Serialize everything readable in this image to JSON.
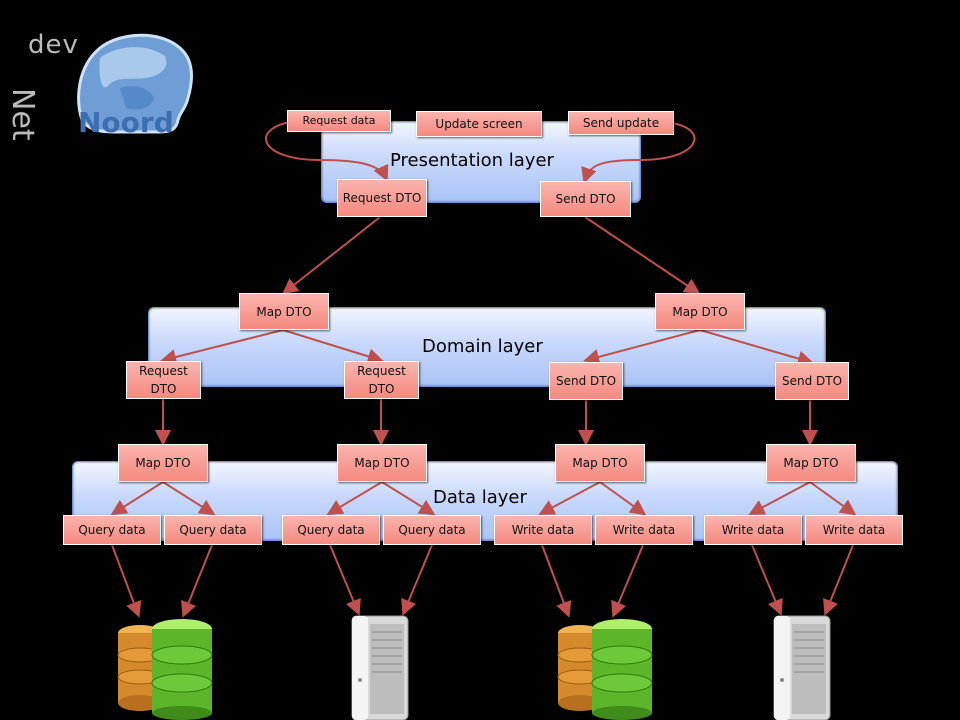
{
  "logo": {
    "line1": "dev",
    "line2": "Net",
    "line3": "Noord"
  },
  "layers": {
    "presentation": "Presentation layer",
    "domain": "Domain layer",
    "data": "Data layer"
  },
  "presentation_boxes": {
    "request_data": "Request data",
    "update_screen": "Update screen",
    "send_update": "Send update",
    "request_dto": "Request DTO",
    "send_dto": "Send DTO"
  },
  "domain_boxes": {
    "map_dto_left": "Map DTO",
    "map_dto_right": "Map DTO",
    "request_dto_1": "Request DTO",
    "request_dto_2": "Request DTO",
    "send_dto_1": "Send DTO",
    "send_dto_2": "Send DTO"
  },
  "data_boxes": {
    "map_dto": [
      "Map DTO",
      "Map DTO",
      "Map DTO",
      "Map DTO"
    ],
    "leaves": [
      "Query data",
      "Query data",
      "Query data",
      "Query data",
      "Write data",
      "Write data",
      "Write data",
      "Write data"
    ]
  },
  "storage_icons": [
    "database-stack-icon",
    "server-tower-icon",
    "database-stack-icon",
    "server-tower-icon"
  ],
  "colors": {
    "background": "#000000",
    "layer_fill": "#c8d8fc",
    "box_fill": "#f4897f",
    "arrow": "#c0504d"
  }
}
